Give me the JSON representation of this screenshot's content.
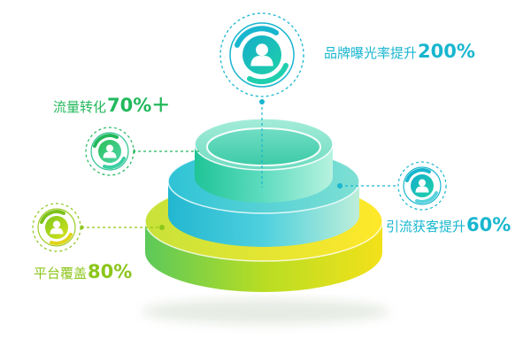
{
  "callouts": {
    "top": {
      "text": "品牌曝光率提升",
      "value": "200%",
      "color": "#18b6cf",
      "icon": "user-icon"
    },
    "left": {
      "text": "流量转化",
      "value": "70%＋",
      "color": "#23b85c",
      "icon": "user-icon"
    },
    "right": {
      "text": "引流获客提升",
      "value": "60%",
      "color": "#18b6cf",
      "icon": "user-icon"
    },
    "bottom": {
      "text": "平台覆盖",
      "value": "80%",
      "color": "#8cc61b",
      "icon": "user-icon"
    }
  },
  "palette": {
    "tier_bottom": [
      "#5cc95a",
      "#b8dd23",
      "#f3e11a"
    ],
    "tier_middle": [
      "#22b7d0",
      "#4fd0de",
      "#bdeed9"
    ],
    "tier_top": [
      "#1fc497",
      "#5fdcc0",
      "#b7f2df"
    ]
  }
}
